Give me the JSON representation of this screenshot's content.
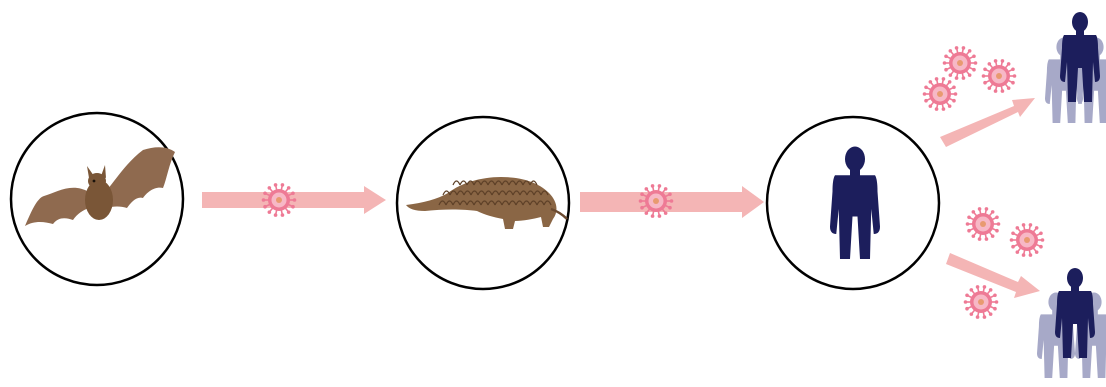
{
  "diagram": {
    "nodes": [
      {
        "id": "bat",
        "depicts": "bat-icon"
      },
      {
        "id": "pangolin",
        "depicts": "pangolin-icon"
      },
      {
        "id": "human",
        "depicts": "human-silhouette-icon"
      }
    ],
    "edges": [
      {
        "from": "bat",
        "to": "pangolin",
        "carrier": "virus-icon"
      },
      {
        "from": "pangolin",
        "to": "human",
        "carrier": "virus-icon"
      },
      {
        "from": "human",
        "to": "people-group-top",
        "carrier": "virus-icon",
        "virus_count": 3
      },
      {
        "from": "human",
        "to": "people-group-bottom",
        "carrier": "virus-icon",
        "virus_count": 3
      }
    ],
    "groups": [
      {
        "id": "people-group-top",
        "people": 3
      },
      {
        "id": "people-group-bottom",
        "people": 3
      }
    ]
  },
  "colors": {
    "arrow": "#f4b5b5",
    "virus_outer": "#ee7a95",
    "virus_inner": "#f7b8c6",
    "virus_core": "#e89a70",
    "human_dark": "#1c1e5c",
    "human_light": "#a7a9c8",
    "bat_body": "#7a5637",
    "bat_wing": "#8f6a4f",
    "pangolin": "#8a6645",
    "circle_stroke": "#000000"
  }
}
